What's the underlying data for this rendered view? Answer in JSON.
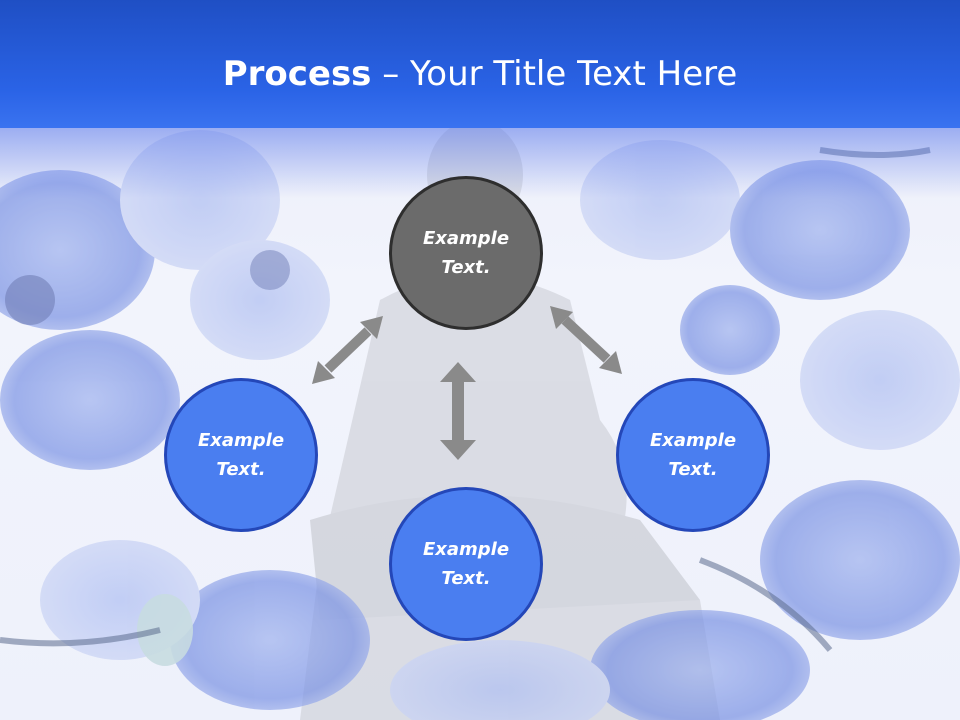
{
  "slide": {
    "title_bold": "Process",
    "title_rest": " – Your Title Text Here"
  },
  "nodes": {
    "top": {
      "line1": "Example",
      "line2": "Text."
    },
    "left": {
      "line1": "Example",
      "line2": "Text."
    },
    "right": {
      "line1": "Example",
      "line2": "Text."
    },
    "bottom": {
      "line1": "Example",
      "line2": "Text."
    }
  },
  "colors": {
    "header": "#2a63e6",
    "node_fill": "#4a7ef0",
    "node_border": "#2447b8",
    "center_fill": "#6b6b6b",
    "arrow": "#8a8a8a"
  }
}
